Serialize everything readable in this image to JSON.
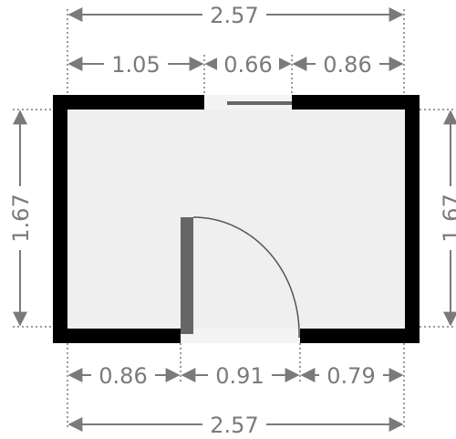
{
  "floor_plan": {
    "dimensions": {
      "top_total": "2.57",
      "top_left": "1.05",
      "top_window": "0.66",
      "top_right": "0.86",
      "left_height": "1.67",
      "right_height": "1.67",
      "bottom_left": "0.86",
      "bottom_door": "0.91",
      "bottom_right": "0.79",
      "bottom_total": "2.57"
    },
    "colors": {
      "wall": "#000000",
      "floor": "#efefef",
      "door": "#666666",
      "dimension": "#7a7a7a"
    }
  }
}
